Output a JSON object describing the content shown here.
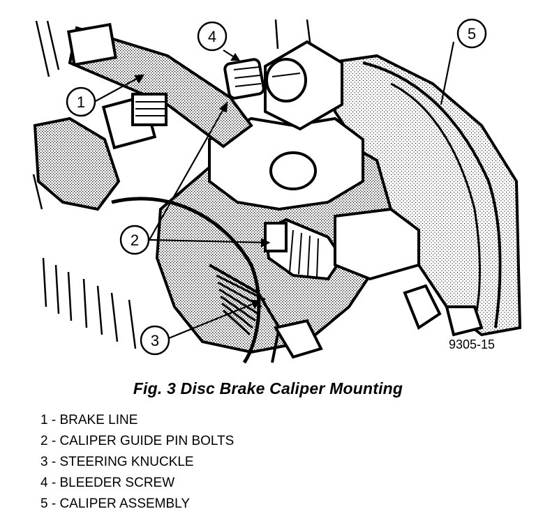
{
  "figure": {
    "callouts": [
      "1",
      "2",
      "3",
      "4",
      "5"
    ],
    "code": "9305-15"
  },
  "caption": "Fig. 3 Disc Brake Caliper Mounting",
  "legend": [
    "1 - BRAKE LINE",
    "2 - CALIPER GUIDE PIN BOLTS",
    "3 - STEERING KNUCKLE",
    "4 - BLEEDER SCREW",
    "5 - CALIPER ASSEMBLY"
  ]
}
